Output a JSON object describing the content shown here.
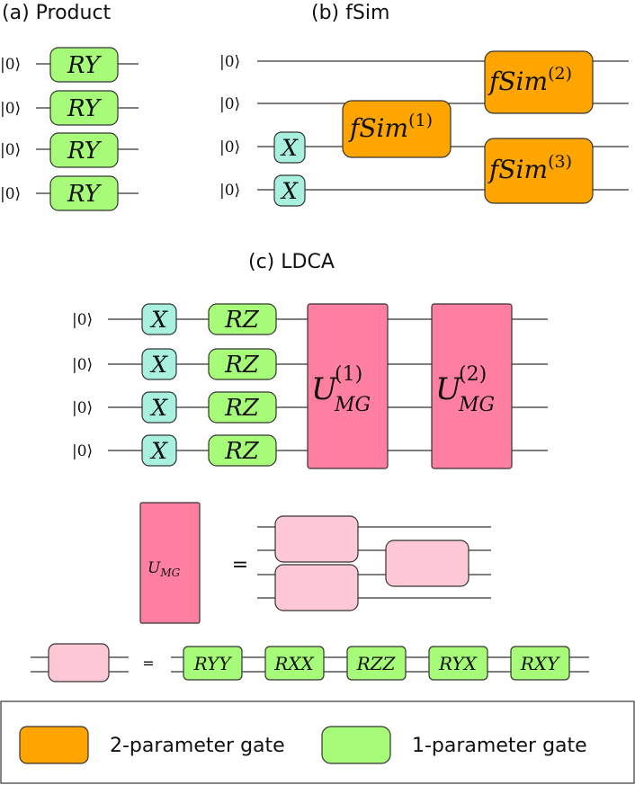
{
  "colors": {
    "two_param": "#FFA500",
    "one_param": "#A6FB79",
    "x_gate": "#A8F0E0",
    "u_mg": "#FF7FA0",
    "block": "#FFC8D7",
    "wire": "#333333"
  },
  "ket_label": "|0⟩",
  "panel_a": {
    "title": "(a) Product",
    "gate": "RY"
  },
  "panel_b": {
    "title": "(b) fSim",
    "x_gate": "X",
    "fsim_base": "fSim",
    "fsim_sups": [
      "(1)",
      "(2)",
      "(3)"
    ]
  },
  "panel_c": {
    "title": "(c) LDCA",
    "x_gate": "X",
    "rz_gate": "RZ",
    "umg_base": "U",
    "umg_sub": "MG",
    "umg_sups": [
      "(1)",
      "(2)"
    ],
    "equals": "=",
    "decomp_gates": [
      "RYY",
      "RXX",
      "RZZ",
      "RYX",
      "RXY"
    ]
  },
  "legend": {
    "two_param_label": "2-parameter gate",
    "one_param_label": "1-parameter gate"
  }
}
